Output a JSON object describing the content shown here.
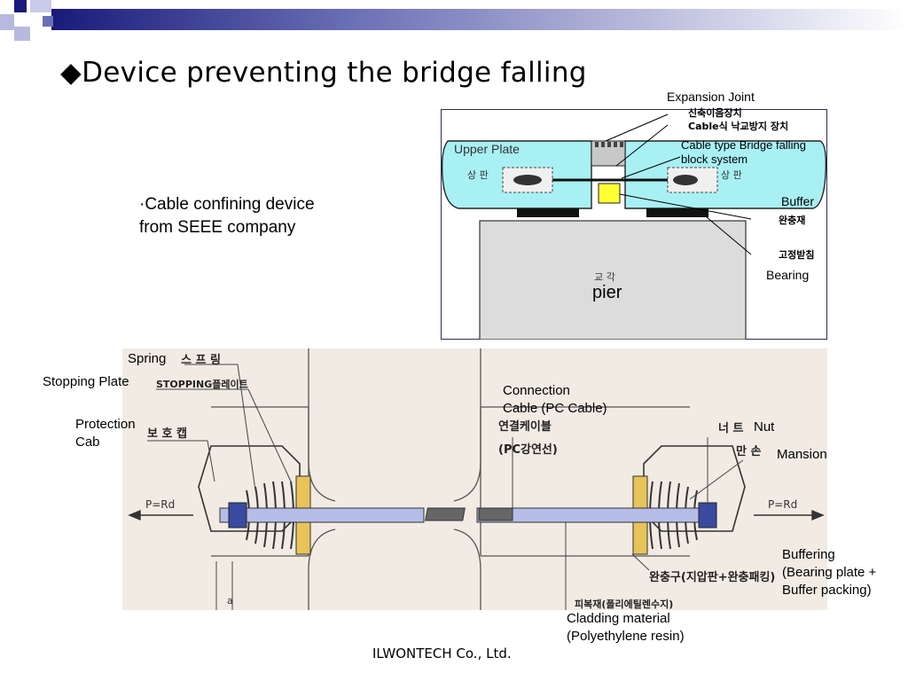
{
  "slide": {
    "title": "◆Device preventing the bridge falling",
    "bullet_lines": [
      "·Cable confining device",
      "from SEEE company"
    ],
    "footer": "ILWONTECH  Co., Ltd."
  },
  "top_diagram": {
    "expansion_joint": "Expansion Joint",
    "expansion_joint_kor": "신축이음장치",
    "cable_system_kor": "Cable식 낙교방지 장치",
    "upper_plate": "Upper Plate",
    "upper_plate_kor_left": "상 판",
    "upper_plate_kor_right": "상 판",
    "cable_system_line1": "Cable type Bridge falling",
    "cable_system_line2": "block  system",
    "buffer": "Buffer",
    "buffer_kor": "완충재",
    "bearing_kor": "고정받침",
    "bearing": "Bearing",
    "pier_kor": "교 각",
    "pier": "pier"
  },
  "bottom_diagram": {
    "spring": "Spring",
    "spring_kor": "스 프 링",
    "stopping_plate": "Stopping Plate",
    "stopping_plate_kor": "STOPPING플레이트",
    "protection_cab_line1": "Protection",
    "protection_cab_line2": "Cab",
    "protection_cab_kor": "보 호 캡",
    "connection_cable_line1": "Connection",
    "connection_cable_line2": "Cable (PC Cable)",
    "connection_cable_kor1": "연결케이블",
    "connection_cable_kor2": "(PC강연선)",
    "nut": "Nut",
    "nut_kor": "너 트",
    "mansion": "Mansion",
    "mansion_kor": "만 손",
    "force_left": "P=Rd",
    "force_right": "P=Rd",
    "buffering_line1": "Buffering",
    "buffering_line2": "(Bearing plate +",
    "buffering_line3": "Buffer packing)",
    "buffering_kor": "완충구(지압판+완충패킹)",
    "cladding_line1": "Cladding material",
    "cladding_line2": "(Polyethylene resin)",
    "cladding_kor": "피복재(폴리에틸렌수지)",
    "dim_a": "a"
  },
  "colors": {
    "header_dark": "#1a1a7a",
    "header_mid": "#6b6fb5",
    "plate_cyan": "#a8f0f4",
    "buffer_yellow": "#ffff33",
    "pier_gray": "#dcdcdc",
    "drawing_bg": "#f1ebe3",
    "cable_blue": "#b6bde8"
  }
}
